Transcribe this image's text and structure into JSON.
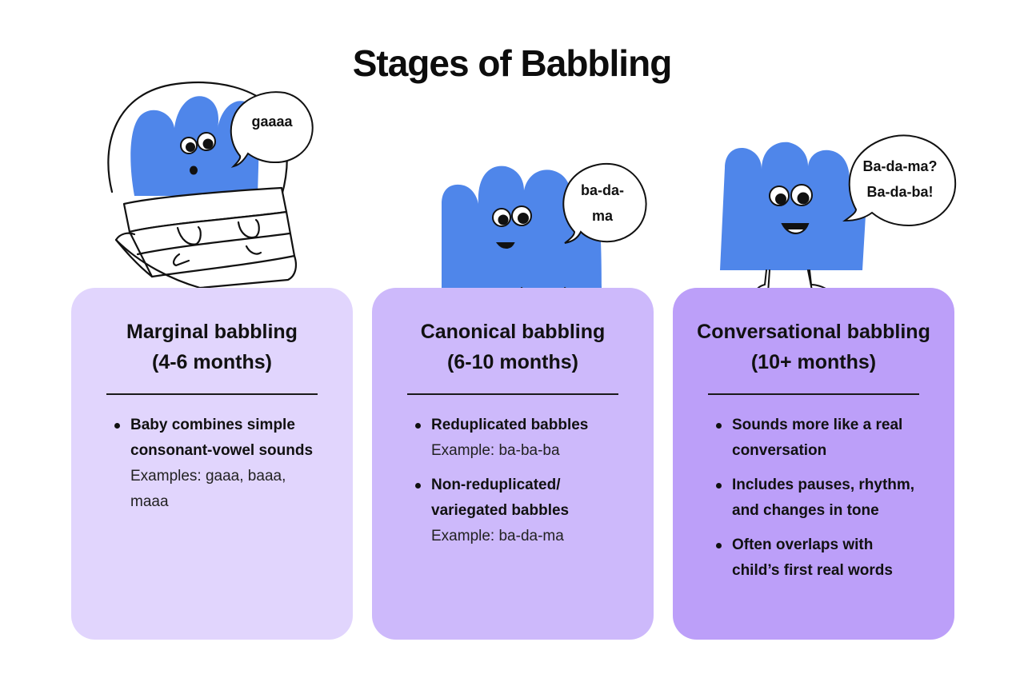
{
  "title": "Stages of Babbling",
  "colors": {
    "character": "#4f86ea",
    "card1": "#e1d5fd",
    "card2": "#cdb9fb",
    "card3": "#bc9ff9",
    "ink": "#111111"
  },
  "stages": [
    {
      "title_line1": "Marginal babbling",
      "title_line2": "(4-6 months)",
      "speech": "gaaaa",
      "bullets": [
        {
          "text": "Baby combines simple consonant-vowel sounds",
          "example": "Examples: gaaa, baaa, maaa"
        }
      ]
    },
    {
      "title_line1": "Canonical babbling",
      "title_line2": "(6-10 months)",
      "speech_line1": "ba-da-",
      "speech_line2": "ma",
      "bullets": [
        {
          "text": "Reduplicated babbles",
          "example": "Example: ba-ba-ba"
        },
        {
          "text": "Non-reduplicated/ variegated babbles",
          "example": "Example: ba-da-ma"
        }
      ]
    },
    {
      "title_line1": "Conversational babbling",
      "title_line2": "(10+ months)",
      "speech_line1": "Ba-da-ma?",
      "speech_line2": "Ba-da-ba!",
      "bullets": [
        {
          "text": "Sounds more like a real conversation"
        },
        {
          "text": "Includes pauses, rhythm, and changes in tone"
        },
        {
          "text": "Often overlaps with child’s first real words"
        }
      ]
    }
  ]
}
